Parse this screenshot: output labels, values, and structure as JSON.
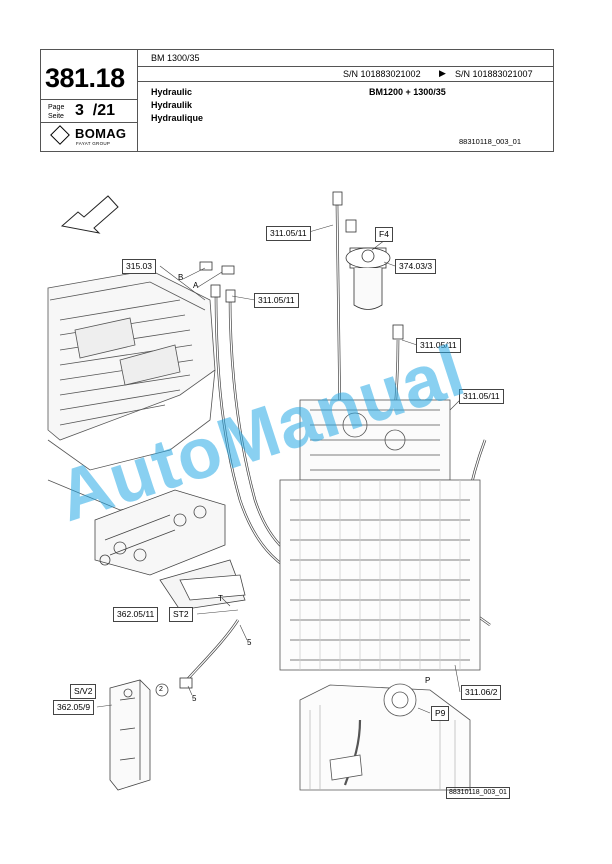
{
  "header": {
    "model": "BM 1300/35",
    "sn_from": "S/N 101883021002",
    "sn_arrow": "▶",
    "sn_to": "S/N 101883021007",
    "group_en": "Hydraulic",
    "group_de": "Hydraulik",
    "group_fr": "Hydraulique",
    "variant": "BM1200 + 1300/35",
    "doc_ref": "88310118_003_01",
    "part_number": "381.18",
    "page_label_1": "Page",
    "page_label_2": "Seite",
    "page_current": "3",
    "page_total": "/21",
    "brand": "BOMAG",
    "brand_sub": "FAYAT GROUP"
  },
  "callouts": {
    "c1": "311.05/11",
    "f4": "F4",
    "c2": "374.03/3",
    "c3": "315.03",
    "c4": "311.05/11",
    "c5": "311.05/11",
    "c6": "311.05/11",
    "c7": "362.05/11",
    "st2": "ST2",
    "sv2": "S/V2",
    "c8": "362.05/9",
    "c9": "311.06/2",
    "p9": "P9"
  },
  "markers": {
    "b": "B",
    "a": "A",
    "t": "T",
    "p": "P",
    "five_1": "5",
    "five_2": "5",
    "two": "2"
  },
  "footer_ref": "88310118_003_01",
  "watermark": "AutoManual"
}
